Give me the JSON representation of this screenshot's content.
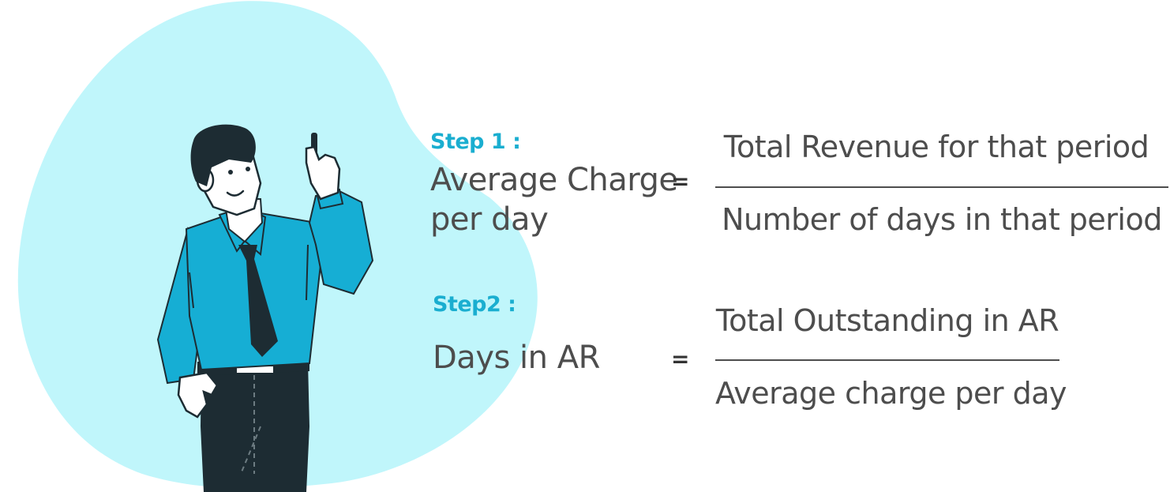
{
  "colors": {
    "blob": "#c0f6fb",
    "shirt": "#16aed4",
    "dark": "#1d2c33",
    "step_label": "#1aaed0",
    "text": "#4d4d4d"
  },
  "step1": {
    "label": "Step 1 :",
    "lhs_line1": "Average Charge",
    "lhs_line2": "per day",
    "equals": "=",
    "numerator": "Total Revenue for that period",
    "denominator": "Number of days in that period"
  },
  "step2": {
    "label": "Step2 :",
    "lhs": "Days in AR",
    "equals": "=",
    "numerator": "Total Outstanding in AR",
    "denominator": "Average charge per day"
  }
}
